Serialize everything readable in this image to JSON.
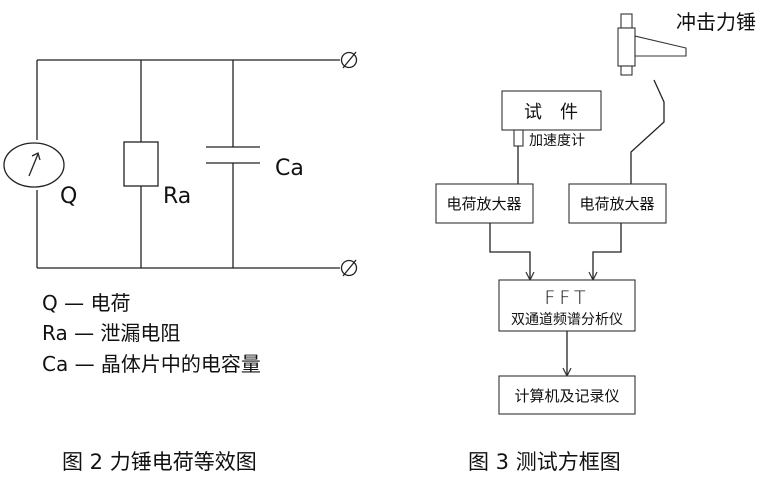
{
  "figure2": {
    "source_label": "Q",
    "resistor_label": "Ra",
    "capacitor_label": "Ca",
    "legend": [
      "Q — 电荷",
      "Ra — 泄漏电阻",
      "Ca — 晶体片中的电容量"
    ],
    "caption": "图 2 力锤电荷等效图"
  },
  "figure3": {
    "hammer_label": "冲击力锤",
    "specimen_label": "试　件",
    "accelerometer_label": "加速度计",
    "amp_left_label": "电荷放大器",
    "amp_right_label": "电荷放大器",
    "fft_title": "FFT",
    "fft_subtitle": "双通道频谱分析仪",
    "computer_label": "计算机及记录仪",
    "caption": "图 3 测试方框图"
  },
  "colors": {
    "line": "#222222",
    "text": "#111111",
    "background": "#ffffff"
  }
}
